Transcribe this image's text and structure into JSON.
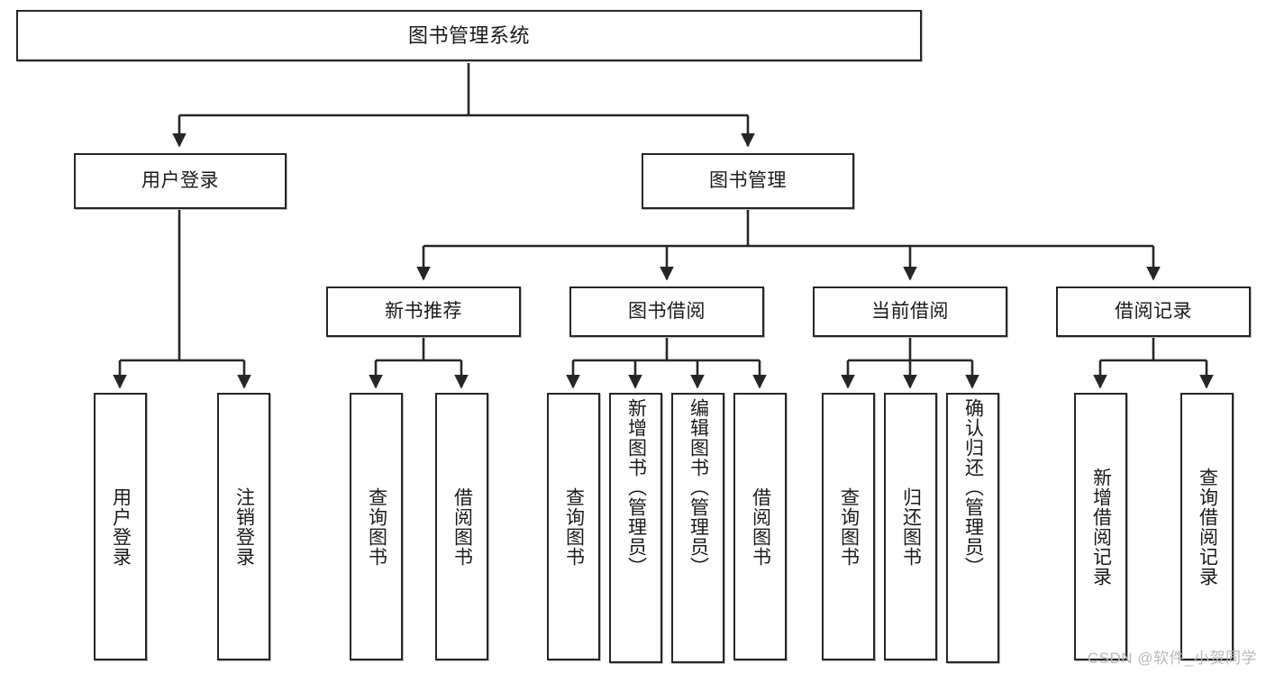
{
  "diagram": {
    "title": "图书管理系统",
    "type": "tree-hierarchy-chart",
    "root": {
      "label": "图书管理系统"
    },
    "level2": [
      {
        "label": "用户登录"
      },
      {
        "label": "图书管理"
      }
    ],
    "level3": [
      {
        "label": "新书推荐"
      },
      {
        "label": "图书借阅"
      },
      {
        "label": "当前借阅"
      },
      {
        "label": "借阅记录"
      }
    ],
    "leaves": {
      "user_login": [
        {
          "label": "用户登录"
        },
        {
          "label": "注销登录"
        }
      ],
      "new_book_recommend": [
        {
          "label": "查询图书"
        },
        {
          "label": "借阅图书"
        }
      ],
      "book_borrow": [
        {
          "label": "查询图书"
        },
        {
          "label": "新增图书（管理员）"
        },
        {
          "label": "编辑图书（管理员）"
        },
        {
          "label": "借阅图书"
        }
      ],
      "current_borrow": [
        {
          "label": "查询图书"
        },
        {
          "label": "归还图书"
        },
        {
          "label": "确认归还（管理员）"
        }
      ],
      "borrow_records": [
        {
          "label": "新增借阅记录"
        },
        {
          "label": "查询借阅记录"
        }
      ]
    }
  },
  "watermark": {
    "text": "CSDN @软件_小贺同学"
  },
  "colors": {
    "stroke": "#262626",
    "background": "#ffffff",
    "text": "#1a1a1a",
    "watermark": "#b8b8b8"
  }
}
